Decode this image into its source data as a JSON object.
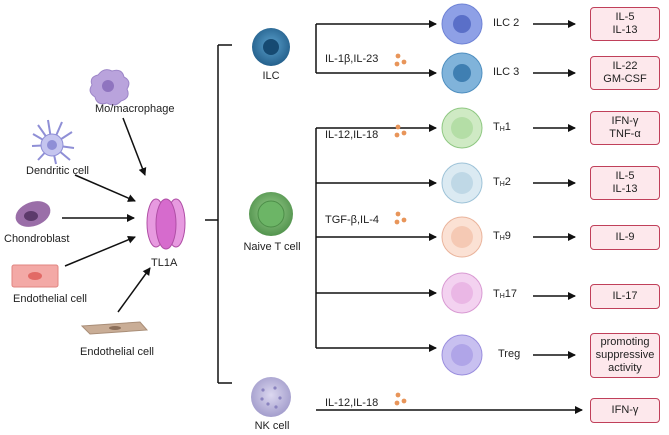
{
  "sources": [
    {
      "id": "mo",
      "label": "Mo/macrophage"
    },
    {
      "id": "dendritic",
      "label": "Dendritic cell"
    },
    {
      "id": "chondro",
      "label": "Chondroblast"
    },
    {
      "id": "endo1",
      "label": "Endothelial cell"
    },
    {
      "id": "endo2",
      "label": "Endothelial cell"
    }
  ],
  "center": {
    "label": "TL1A"
  },
  "targets": {
    "ilc": "ILC",
    "naive": "Naive T cell",
    "nk": "NK cell"
  },
  "cytokines": {
    "ilc": "IL-1β,IL-23",
    "th1": "IL-12,IL-18",
    "th9": "TGF-β,IL-4",
    "nk": "IL-12,IL-18"
  },
  "subsets": [
    {
      "id": "ilc2",
      "main": "ILC 2",
      "sub": ""
    },
    {
      "id": "ilc3",
      "main": "ILC 3",
      "sub": ""
    },
    {
      "id": "th1",
      "main": "T",
      "sub": "H",
      "suffix": "1"
    },
    {
      "id": "th2",
      "main": "T",
      "sub": "H",
      "suffix": "2"
    },
    {
      "id": "th9",
      "main": "T",
      "sub": "H",
      "suffix": "9"
    },
    {
      "id": "th17",
      "main": "T",
      "sub": "H",
      "suffix": "17"
    },
    {
      "id": "treg",
      "main": "Treg",
      "sub": ""
    }
  ],
  "outputs": [
    {
      "id": "out-ilc2",
      "text": "IL-5\nIL-13"
    },
    {
      "id": "out-ilc3",
      "text": "IL-22\nGM-CSF"
    },
    {
      "id": "out-th1",
      "text": "IFN-γ\nTNF-α"
    },
    {
      "id": "out-th2",
      "text": "IL-5\nIL-13"
    },
    {
      "id": "out-th9",
      "text": "IL-9"
    },
    {
      "id": "out-th17",
      "text": "IL-17"
    },
    {
      "id": "out-treg",
      "text": "promoting\nsuppressive\nactivity"
    },
    {
      "id": "out-nk",
      "text": "IFN-γ"
    }
  ],
  "colors": {
    "box_border": "#c0405a",
    "box_fill": "#fde8ec",
    "dots": "#e8955a",
    "ilc": "#2f6f9a",
    "naive": "#5fa35a",
    "nk": "#b9b4d8",
    "ilc2": "#6f83d6",
    "ilc3": "#4f8fc0",
    "th1": "#a8d69a",
    "th2": "#bcd7e6",
    "th9": "#f4c4ad",
    "th17": "#e5a8e0",
    "treg": "#a89ae0",
    "tl1a": "#e07fd6"
  }
}
